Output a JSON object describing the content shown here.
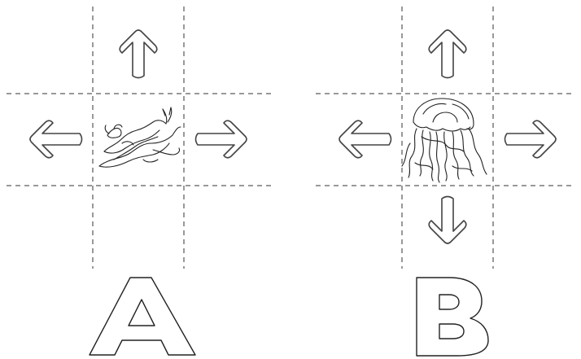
{
  "panels": [
    {
      "id": "A",
      "letter": "A",
      "creature": "sea-slug",
      "arrows": [
        "up",
        "left",
        "right"
      ]
    },
    {
      "id": "B",
      "letter": "B",
      "creature": "jellyfish",
      "arrows": [
        "up",
        "left",
        "right",
        "down"
      ]
    }
  ],
  "icons": {
    "arrow": "outline-arrow-icon",
    "creature_a": "sea-slug-icon",
    "creature_b": "jellyfish-icon"
  },
  "colors": {
    "line": "#333333",
    "background": "#ffffff"
  }
}
